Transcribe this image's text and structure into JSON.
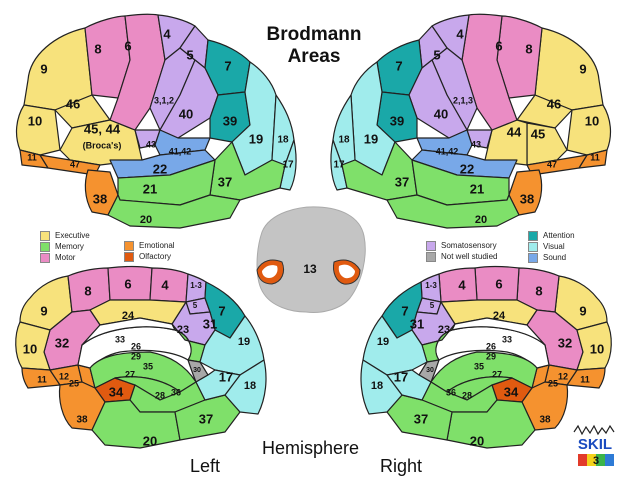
{
  "title": {
    "line1": "Brodmann",
    "line2": "Areas"
  },
  "captions": {
    "left": "Left",
    "center": "Hemisphere",
    "right": "Right"
  },
  "legend": [
    {
      "label": "Executive",
      "color": "#f7e27c"
    },
    {
      "label": "Memory",
      "color": "#7fe06a"
    },
    {
      "label": "Motor",
      "color": "#ea8cc4"
    },
    {
      "label": "Emotional",
      "color": "#f5922f"
    },
    {
      "label": "Olfactory",
      "color": "#e05a10"
    },
    {
      "label": "Somatosensory",
      "color": "#c8a8ec"
    },
    {
      "label": "Not well studied",
      "color": "#a8a8a8"
    },
    {
      "label": "Attention",
      "color": "#1aa8a8"
    },
    {
      "label": "Visual",
      "color": "#a0ecec"
    },
    {
      "label": "Sound",
      "color": "#78a8e8"
    }
  ],
  "center_label": "13",
  "logo": {
    "text": "SKIL",
    "number": "3"
  },
  "lateral_labels": [
    "4",
    "5",
    "6",
    "7",
    "8",
    "9",
    "10",
    "11",
    "17",
    "18",
    "19",
    "20",
    "21",
    "22",
    "37",
    "38",
    "39",
    "40",
    "43",
    "46",
    "47"
  ],
  "broca": {
    "numbers": "45, 44",
    "note": "(Broca's)"
  },
  "right_lateral_extra": [
    "44",
    "45"
  ],
  "left_lateral_small": {
    "somato": "3,1,2",
    "aud": "41,42"
  },
  "right_lateral_small": {
    "somato": "2,1,3",
    "aud": "41,42"
  },
  "medial_labels": [
    "1-3",
    "4",
    "5",
    "6",
    "7",
    "8",
    "9",
    "10",
    "11",
    "12",
    "17",
    "18",
    "19",
    "20",
    "23",
    "24",
    "25",
    "26",
    "27",
    "28",
    "29",
    "30",
    "31",
    "32",
    "33",
    "34",
    "35",
    "36",
    "37",
    "38"
  ]
}
